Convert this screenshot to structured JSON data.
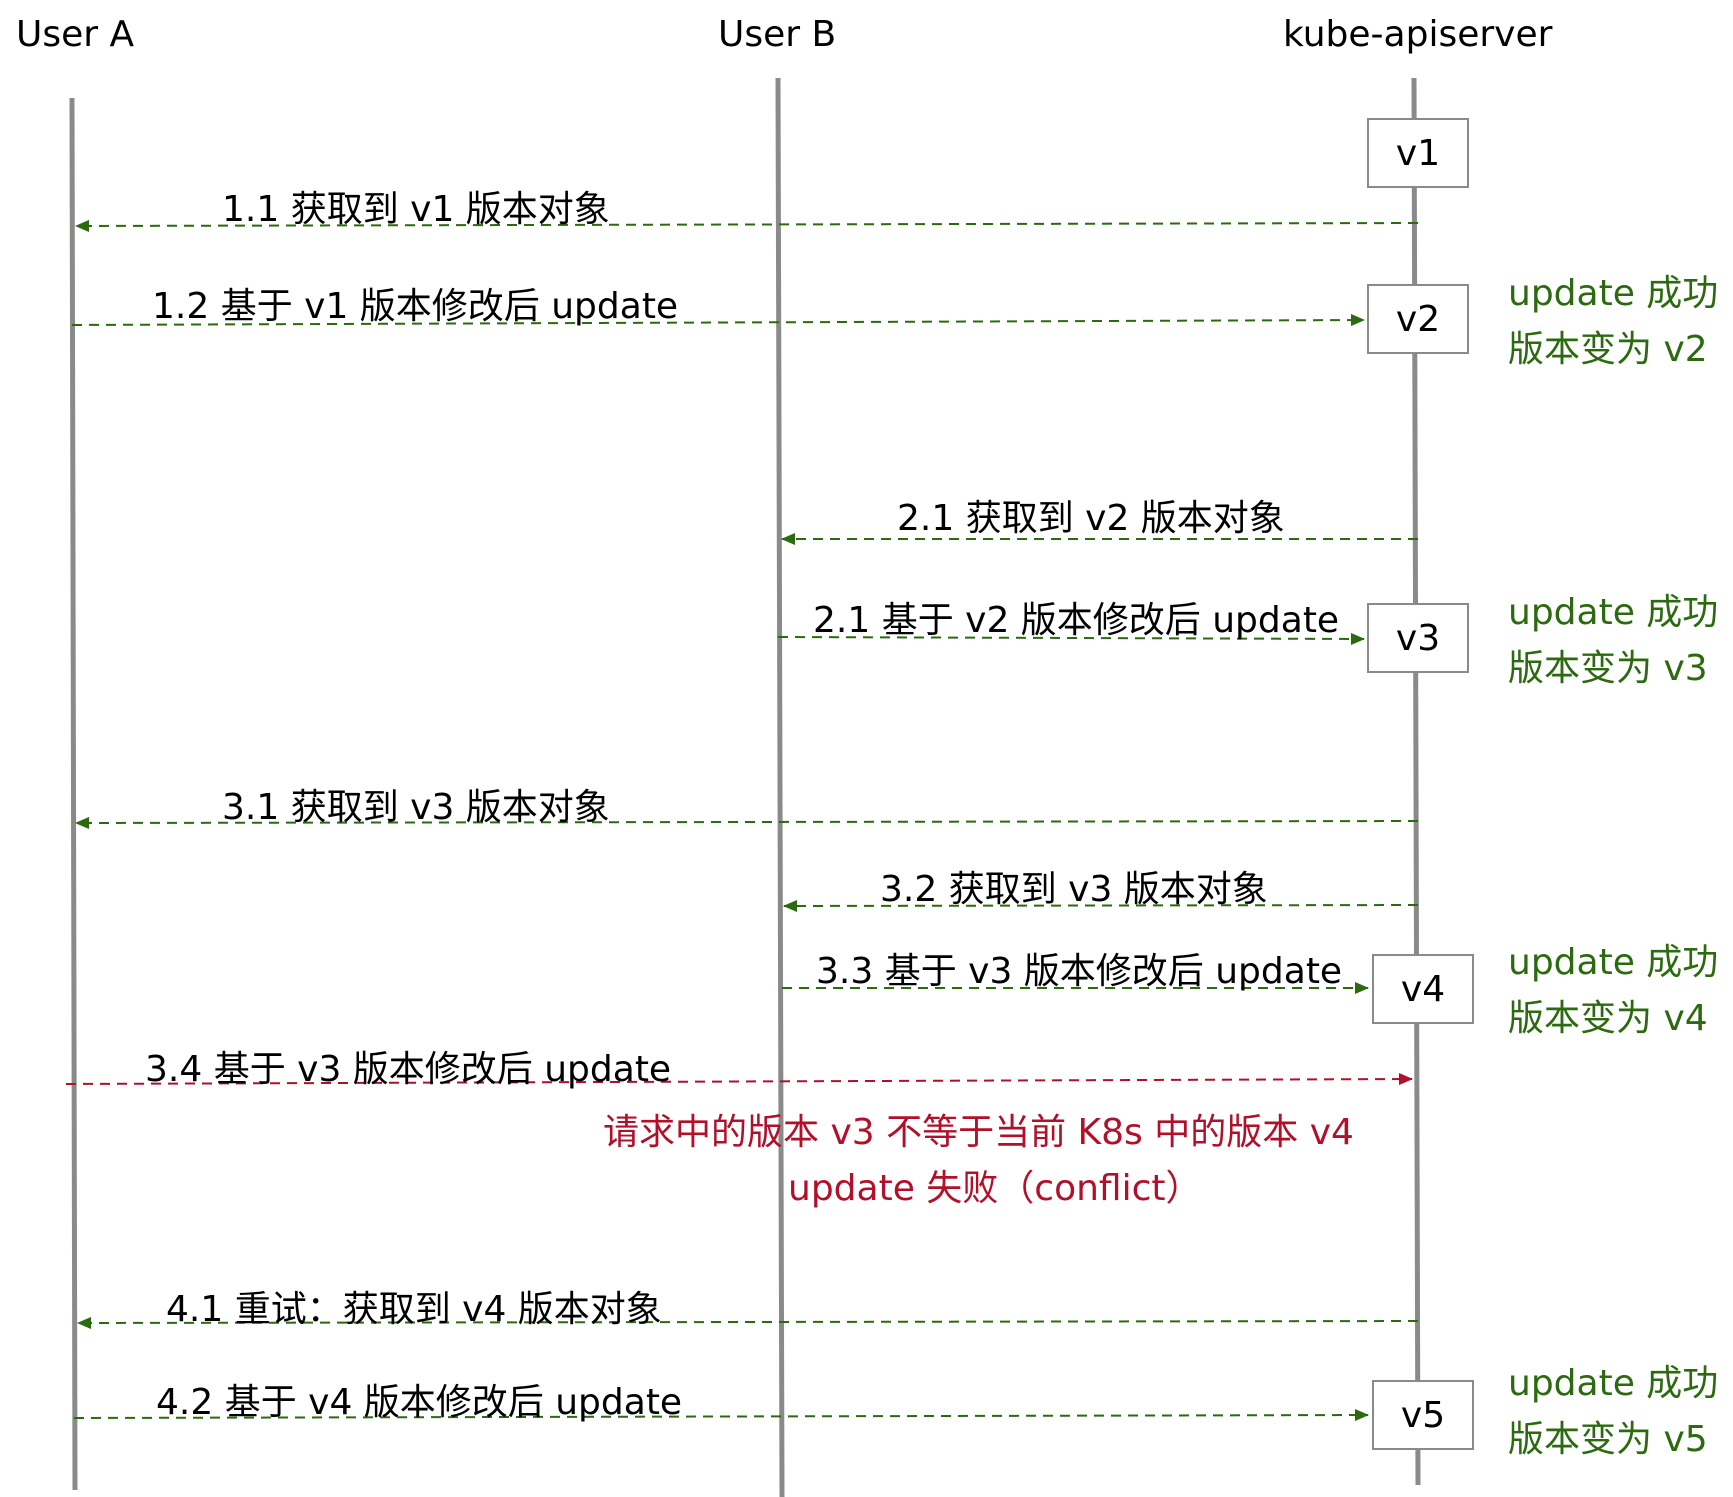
{
  "actors": {
    "user_a": "User A",
    "user_b": "User B",
    "server": "kube-apiserver"
  },
  "versions": [
    "v1",
    "v2",
    "v3",
    "v4",
    "v5"
  ],
  "messages": [
    "1.1 获取到 v1 版本对象",
    "1.2 基于 v1 版本修改后 update",
    "2.1 获取到 v2 版本对象",
    "2.1 基于 v2 版本修改后 update",
    "3.1 获取到 v3 版本对象",
    "3.2 获取到 v3 版本对象",
    "3.3 基于 v3 版本修改后 update",
    "3.4 基于 v3 版本修改后 update",
    "4.1 重试：获取到 v4 版本对象",
    "4.2 基于 v4 版本修改后 update"
  ],
  "notes": [
    {
      "line1": "update 成功",
      "line2": "版本变为 v2"
    },
    {
      "line1": "update 成功",
      "line2": "版本变为 v3"
    },
    {
      "line1": "update 成功",
      "line2": "版本变为 v4"
    },
    {
      "line1": "update 成功",
      "line2": "版本变为 v5"
    }
  ],
  "conflict": {
    "line1": "请求中的版本 v3 不等于当前 K8s 中的版本 v4",
    "line2": "update 失败（conflict）"
  },
  "colors": {
    "success": "#2b6a0f",
    "error": "#b2102a",
    "lifeline": "#8a8a8a"
  }
}
